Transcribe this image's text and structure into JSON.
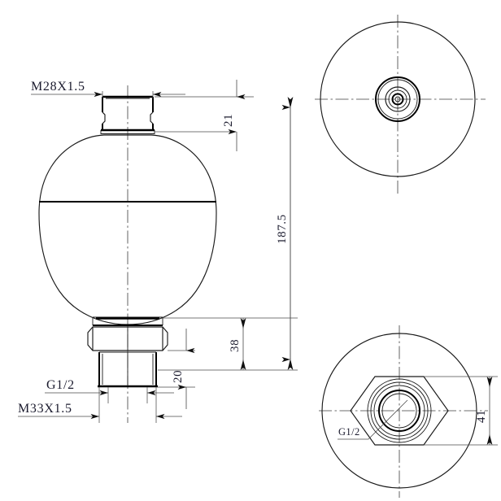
{
  "drawing": {
    "kind": "engineering-drawing",
    "subject": "bladder accumulator / hydraulic accumulator",
    "units": "mm",
    "views": [
      {
        "name": "front-section-view",
        "position": "left"
      },
      {
        "name": "top-view",
        "position": "top-right"
      },
      {
        "name": "bottom-view",
        "position": "bottom-right"
      }
    ]
  },
  "annotations": {
    "thread_top": "M28X1.5",
    "thread_bottom": "M33X1.5",
    "port_front": "G1/2",
    "port_bottom_view": "G1/2"
  },
  "dimensions": {
    "neck_height": "21",
    "overall_height": "187.5",
    "lower_assembly": "38",
    "port_length": "20",
    "hex_across_flats": "41"
  },
  "colors": {
    "line": "#1a1a1a",
    "heavy_line": "#000000",
    "center_line": "#3c3c3c",
    "dim_line": "#4a4a4a",
    "text": "#1b1b2e",
    "background": "#ffffff"
  }
}
